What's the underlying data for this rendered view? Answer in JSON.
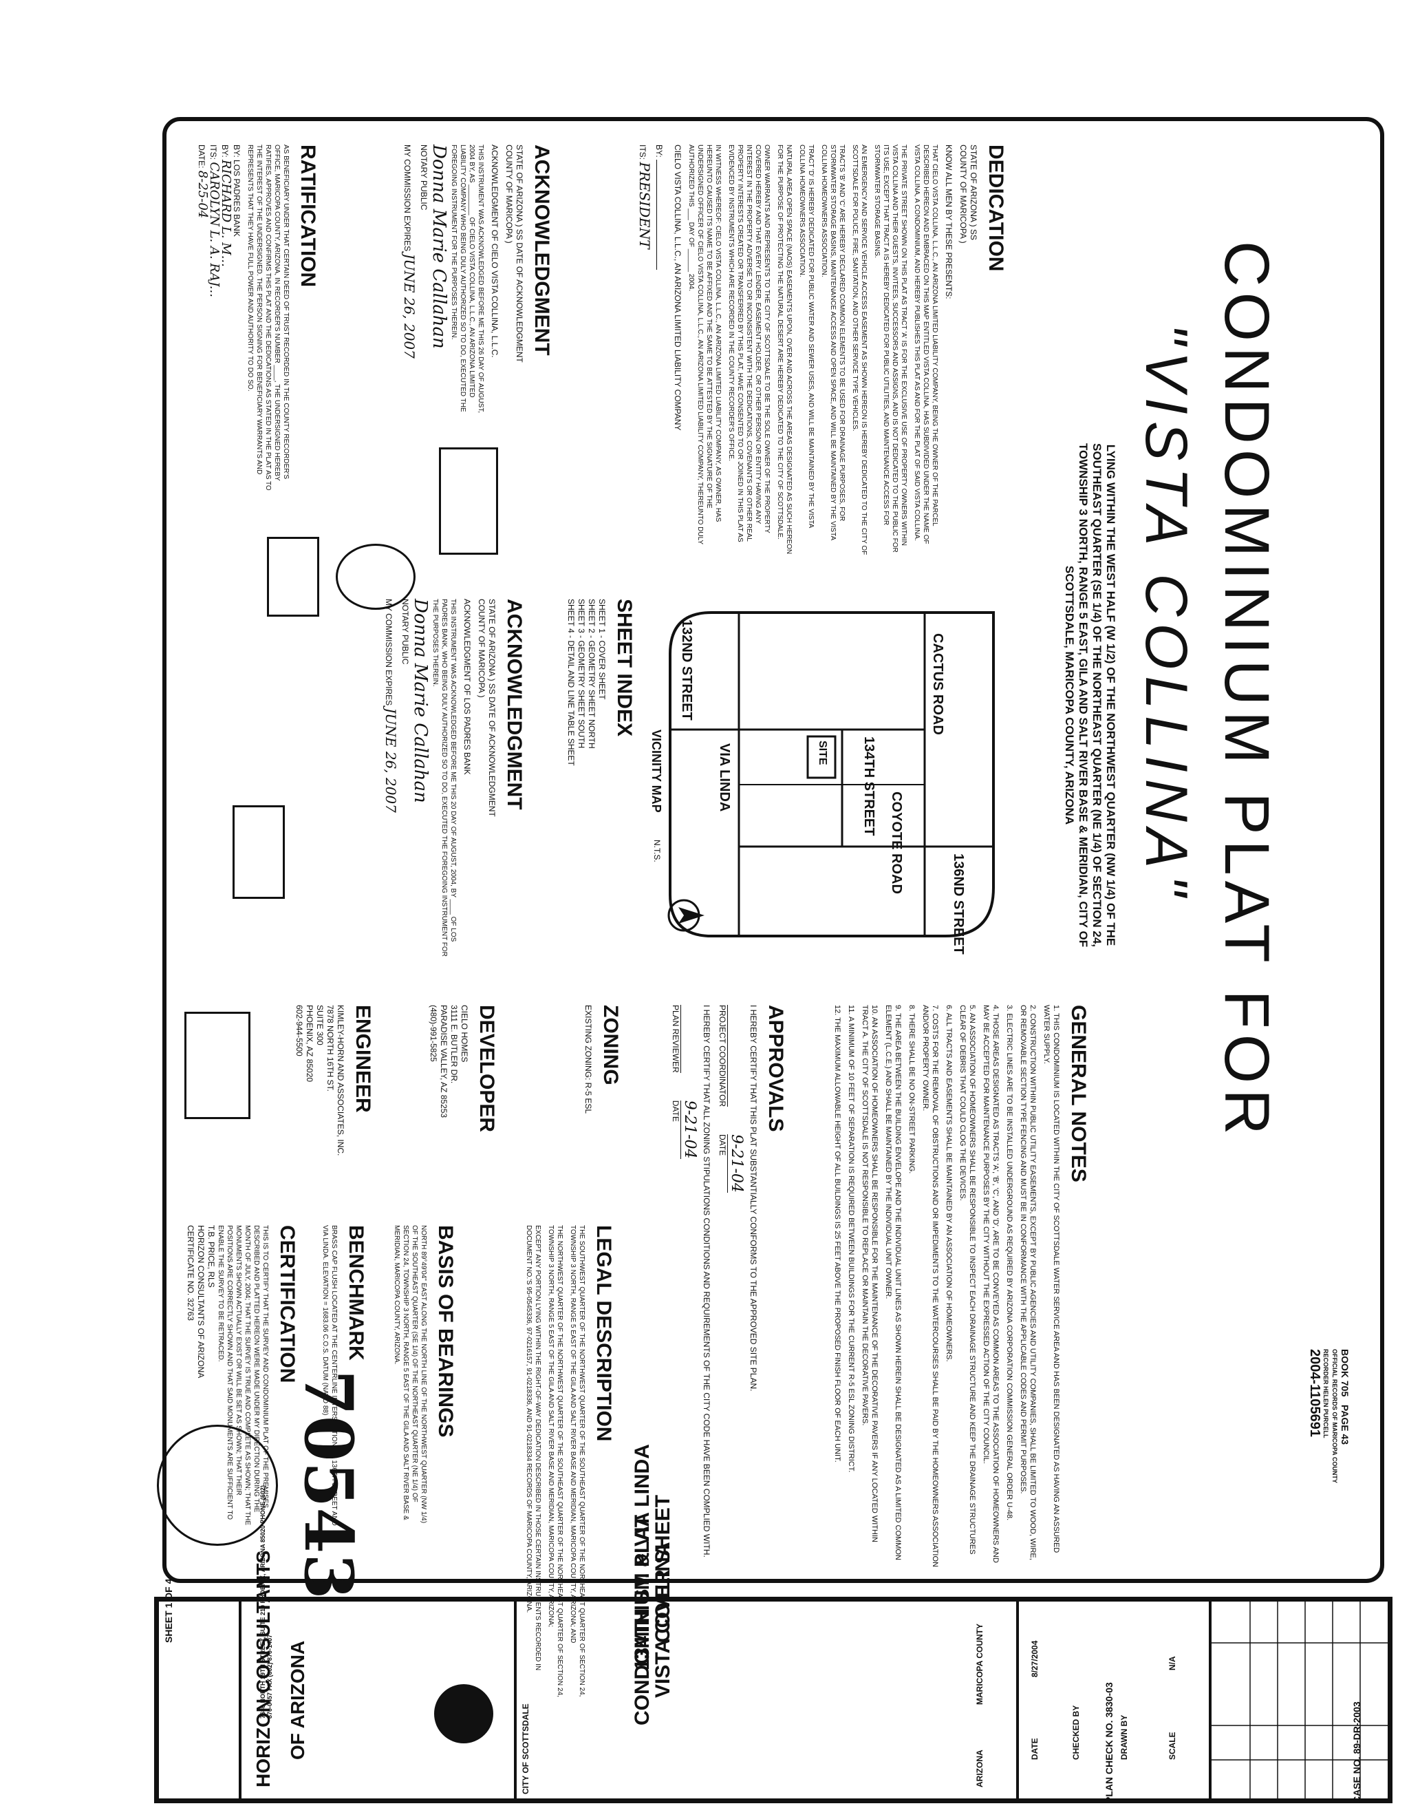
{
  "case_header": {
    "case_no": "CASE NO. 89-DR-2003",
    "plan_check": "PLAN CHECK NO. 3830-03"
  },
  "title": {
    "line1": "CONDOMINIUM PLAT FOR",
    "line2": "\"VISTA COLLINA\""
  },
  "lying_text": "LYING WITHIN THE WEST HALF (W 1/2) OF THE NORTHWEST QUARTER (NW 1/4) OF THE SOUTHEAST QUARTER (SE 1/4) OF THE NORTHEAST QUARTER (NE 1/4) OF SECTION 24, TOWNSHIP 3 NORTH, RANGE 5 EAST, GILA AND SALT RIVER BASE & MERIDIAN, CITY OF SCOTTSDALE, MARICOPA COUNTY, ARIZONA",
  "recording": {
    "book": "BOOK 705",
    "page": "PAGE 43",
    "official_records": "OFFICIAL RECORDS OF MARICOPA COUNTY RECORDER HELEN PURCELL",
    "doc_no": "2004-1105691",
    "handwritten_no": "70543"
  },
  "dedication": {
    "heading": "DEDICATION",
    "state": "STATE OF ARIZONA",
    "county": "COUNTY OF MARICOPA",
    "ss": "SS",
    "intro": "KNOW ALL MEN BY THESE PRESENTS:",
    "paragraphs": [
      "THAT CIELO VISTA COLLINA, L.L.C., AN ARIZONA LIMITED LIABILITY COMPANY, BEING THE OWNER OF THE PARCEL DESCRIBED HEREON AND EMBRACED ON THIS MAP ENTITLED VISTA COLLINA, HAS SUBDIVIDED UNDER THE NAME OF VISTA COLLINA, A CONDOMINIUM, AND HEREBY PUBLISHES THIS PLAT AS AND FOR THE PLAT OF SAID VISTA COLLINA.",
      "THE PRIVATE STREET SHOWN ON THIS PLAT AS TRACT 'A' IS FOR THE EXCLUSIVE USE OF PROPERTY OWNERS WITHIN VISTA COLLINA AND THEIR GUESTS, INVITEES, SUCCESSORS AND ASSIGNS, AND IS NOT DEDICATED TO THE PUBLIC FOR ITS USE, EXCEPT THAT TRACT A IS HEREBY DEDICATED FOR PUBLIC UTILITIES, AND MAINTENANCE ACCESS FOR STORMWATER STORAGE BASINS.",
      "AN EMERGENCY AND SERVICE VEHICLE ACCESS EASEMENT AS SHOWN HEREON IS HEREBY DEDICATED TO THE CITY OF SCOTTSDALE FOR POLICE, FIRE, SANITATION, AND OTHER SERVICE TYPE VEHICLES.",
      "TRACTS 'B' AND 'C' ARE HEREBY DECLARED COMMON ELEMENTS TO BE USED FOR DRAINAGE PURPOSES, FOR STORMWATER STORAGE BASINS, MAINTENANCE ACCESS AND OPEN SPACE, AND WILL BE MAINTAINED BY THE VISTA COLLINA HOMEOWNERS ASSOCIATION.",
      "TRACT 'D' IS HEREBY DEDICATED FOR PUBLIC WATER AND SEWER USES, AND WILL BE MAINTAINED BY THE VISTA COLLINA HOMEOWNERS ASSOCIATION.",
      "NATURAL AREA OPEN SPACE (NAOS) EASEMENTS UPON, OVER AND ACROSS THE AREAS DESIGNATED AS SUCH HEREON FOR THE PURPOSE OF PROTECTING THE NATURAL DESERT ARE HEREBY DEDICATED TO THE CITY OF SCOTTSDALE.",
      "OWNER WARRANTS AND REPRESENTS TO THE CITY OF SCOTTSDALE TO BE THE SOLE OWNER OF THE PROPERTY COVERED HEREBY AND THAT EVERY LENDER, EASEMENT HOLDER, OR OTHER PERSON OR ENTITY HAVING ANY INTEREST IN THE PROPERTY ADVERSE TO OR INCONSISTENT WITH THE DEDICATIONS, COVENANTS OR OTHER REAL PROPERTY INTERESTS CREATED OR TRANSFERRED BY THIS PLAT, HAVE CONSENTED TO OR JOINED IN THIS PLAT AS EVIDENCED BY INSTRUMENTS WHICH ARE RECORDED IN THE COUNTY RECORDER'S OFFICE.",
      "IN WITNESS WHEREOF: CIELO VISTA COLLINA, L.L.C., AN ARIZONA LIMITED LIABILITY COMPANY, AS OWNER, HAS HEREUNTO CAUSED ITS NAME TO BE AFFIXED AND THE SAME TO BE ATTESTED BY THE SIGNATURE OF THE UNDERSIGNED OFFICER OF CIELO VISTA COLLINA, L.L.C., AN ARIZONA LIMITED LIABILITY COMPANY, THEREUNTO DULY AUTHORIZED THIS ___ DAY OF ______ 2004."
    ],
    "company": "CIELO VISTA COLLINA, L.L.C., AN ARIZONA LIMITED LIABILITY COMPANY",
    "by_label": "BY:",
    "its_label": "ITS:",
    "its_value": "President"
  },
  "ack_left": {
    "heading": "ACKNOWLEDGMENT",
    "state": "STATE OF ARIZONA",
    "county": "COUNTY OF MARICOPA",
    "ss": "SS DATE OF ACKNOWLEDGMENT",
    "ack_of": "ACKNOWLEDGMENT OF CIELO VISTA COLLINA, L.L.C.",
    "body": "THIS INSTRUMENT WAS ACKNOWLEDGED BEFORE ME THIS 26 DAY OF AUGUST, 2004 BY, AS ________ OF CIELO VISTA COLLINA, L.L.C., AN ARIZONA LIMITED LIABILITY COMPANY WHO BEING DULY AUTHORIZED SO TO DO, EXECUTED THE FOREGOING INSTRUMENT FOR THE PURPOSES THEREIN.",
    "notary": "NOTARY PUBLIC",
    "commission": "MY COMMISSION EXPIRES",
    "commission_sig": "June 26, 2007",
    "notary_sig": "Donna Marie Callahan"
  },
  "ratification": {
    "heading": "RATIFICATION",
    "body": "AS BENEFICIARY UNDER THAT CERTAIN DEED OF TRUST RECORDED IN THE COUNTY RECORDER'S OFFICE, MARICOPA COUNTY, ARIZONA, IN RECORDER'S NUMBER ____, THE UNDERSIGNED HEREBY RATIFIES, APPROVES AND CONFIRMS THIS PLAT AND THE DEDICATIONS AS STATED IN THE PLAT AS TO THE INTEREST OF THE UNDERSIGNED. THE PERSON SIGNING FOR BENEFICIARY WARRANTS AND REPRESENTS THAT THEY HAVE FULL POWER AND AUTHORITY TO DO SO.",
    "by1": "BY: LOS PADRES BANK",
    "by2": "BY:",
    "its": "ITS:",
    "date": "DATE:",
    "sig1": "Richard L. M...",
    "sig2": "Carolyn L. A. Raj...",
    "date_val": "8-25-04"
  },
  "sheet_index": {
    "heading": "SHEET INDEX",
    "items": [
      "SHEET 1 - COVER SHEET",
      "SHEET 2 - GEOMETRY SHEET NORTH",
      "SHEET 3 - GEOMETRY SHEET SOUTH",
      "SHEET 4 - DETAIL AND LINE TABLE SHEET"
    ]
  },
  "ack_right": {
    "heading": "ACKNOWLEDGMENT",
    "state": "STATE OF ARIZONA",
    "county": "COUNTY OF MARICOPA",
    "ss": "SS DATE OF ACKNOWLEDGMENT",
    "ack_of": "ACKNOWLEDGMENT OF LOS PADRES BANK",
    "body": "THIS INSTRUMENT WAS ACKNOWLEDGED BEFORE ME THIS 20 DAY OF AUGUST, 2004, BY ____ OF LOS PADRES BANK, WHO BEING DULY AUTHORIZED SO TO DO, EXECUTED THE FOREGOING INSTRUMENT FOR THE PURPOSES THEREIN.",
    "notary": "NOTARY PUBLIC",
    "commission": "MY COMMISSION EXPIRES",
    "commission_sig": "June 26, 2007",
    "notary_sig": "Donna Marie Callahan"
  },
  "vicinity": {
    "label": "VICINITY MAP",
    "nts": "N.T.S.",
    "roads": {
      "cactus": "CACTUS ROAD",
      "st134": "134TH STREET",
      "coyote": "COYOTE ROAD",
      "st136": "136ND STREET",
      "st132": "132ND STREET",
      "via_linda": "VIA LINDA",
      "site": "SITE"
    }
  },
  "zoning": {
    "heading": "ZONING",
    "text": "EXISTING ZONING: R-5 ESL"
  },
  "developer": {
    "heading": "DEVELOPER",
    "lines": [
      "CIELO HOMES",
      "3111 E. BUTLER DR.",
      "PARADISE VALLEY, AZ 85253",
      "(480)-991-5825"
    ]
  },
  "engineer": {
    "heading": "ENGINEER",
    "lines": [
      "KIMLEY-HORN AND ASSOCIATES, INC.",
      "7878 NORTH 16TH ST.",
      "SUITE 300",
      "PHOENIX, AZ 85020",
      "602-944-5500"
    ]
  },
  "general_notes": {
    "heading": "GENERAL NOTES",
    "notes": [
      "1. THIS CONDOMINIUM IS LOCATED WITHIN THE CITY OF SCOTTSDALE WATER SERVICE AREA AND HAS BEEN DESIGNATED AS HAVING AN ASSURED WATER SUPPLY.",
      "2. CONSTRUCTION WITHIN PUBLIC UTILITY EASEMENTS, EXCEPT BY PUBLIC AGENCIES AND UTILITY COMPANIES, SHALL BE LIMITED TO WOOD, WIRE, OR REMOVABLE SECTION TYPE FENCING AND MUST BE IN CONFORMANCE WITH THE APPLICABLE CODES AND PERMIT PURPOSES.",
      "3. ELECTRIC LINES ARE TO BE INSTALLED UNDERGROUND AS REQUIRED BY ARIZONA CORPORATION COMMISSION GENERAL ORDER U-48.",
      "4. THOSE AREAS DESIGNATED AS TRACTS 'A', 'B', 'C', AND 'D', ARE TO BE CONVEYED AS COMMON AREAS TO THE ASSOCIATION OF HOMEOWNERS AND MAY BE ACCEPTED FOR MAINTENANCE PURPOSES BY THE CITY WITHOUT THE EXPRESSED ACTION OF THE CITY COUNCIL.",
      "5. AN ASSOCIATION OF HOMEOWNERS SHALL BE RESPONSIBLE TO INSPECT EACH DRAINAGE STRUCTURE AND KEEP THE DRAINAGE STRUCTURES CLEAR OF DEBRIS THAT COULD CLOG THE DEVICES.",
      "6. ALL TRACTS AND EASEMENTS SHALL BE MAINTAINED BY AN ASSOCIATION OF HOMEOWNERS.",
      "7. COSTS FOR THE REMOVAL OF OBSTRUCTIONS AND OR IMPEDIMENTS TO THE WATERCOURSES SHALL BE PAID BY THE HOMEOWNERS ASSOCIATION AND/OR PROPERTY OWNER.",
      "8. THERE SHALL BE NO ON-STREET PARKING.",
      "9. THE AREA BETWEEN THE BUILDING ENVELOPE AND THE INDIVIDUAL UNIT LINES AS SHOWN HEREIN SHALL BE DESIGNATED AS A LIMITED COMMON ELEMENT (L.C.E.) AND SHALL BE MAINTAINED BY THE INDIVIDUAL UNIT OWNER.",
      "10. AN ASSOCIATION OF HOMEOWNERS SHALL BE RESPONSIBLE FOR THE MAINTENANCE OF THE DECORATIVE PAVERS IF ANY LOCATED WITHIN TRACT A. THE CITY OF SCOTTSDALE IS NOT RESPONSIBLE TO REPLACE OR MAINTAIN THE DECORATIVE PAVERS.",
      "11. A MINIMUM OF 10 FEET OF SEPARATION IS REQUIRED BETWEEN BUILDINGS FOR THE CURRENT R-5 ESL ZONING DISTRICT.",
      "12. THE MAXIMUM ALLOWABLE HEIGHT OF ALL BUILDINGS IS 25 FEET ABOVE THE PROPOSED FINISH FLOOR OF EACH UNIT."
    ]
  },
  "approvals": {
    "heading": "APPROVALS",
    "text1": "I HEREBY CERTIFY THAT THIS PLAT SUBSTANTIALLY CONFORMS TO THE APPROVED SITE PLAN.",
    "role1": "PROJECT COORDINATOR",
    "date1_label": "DATE",
    "date1": "9-21-04",
    "text2": "I HEREBY CERTIFY THAT ALL ZONING STIPULATIONS CONDITIONS AND REQUIREMENTS OF THE CITY CODE HAVE BEEN COMPLIED WITH.",
    "role2": "PLAN REVIEWER",
    "date2_label": "DATE",
    "date2": "9-21-04"
  },
  "legal": {
    "heading": "LEGAL DESCRIPTION",
    "p1": "THE SOUTHWEST QUARTER OF THE NORTHWEST QUARTER OF THE SOUTHEAST QUARTER OF THE NORTHEAST QUARTER OF SECTION 24, TOWNSHIP 3 NORTH, RANGE 5 EAST OF THE GILA AND SALT RIVER BASE AND MERIDIAN, MARICOPA COUNTY, ARIZONA; AND",
    "p2": "THE NORTHWEST QUARTER OF THE NORTHWEST QUARTER OF THE SOUTHEAST QUARTER OF THE NORTHEAST QUARTER OF SECTION 24, TOWNSHIP 3 NORTH, RANGE 5 EAST OF THE GILA AND SALT RIVER BASE AND MERIDIAN, MARICOPA COUNTY, ARIZONA;",
    "p3": "EXCEPT ANY PORTION LYING WITHIN THE RIGHT-OF-WAY DEDICATION DESCRIBED IN THOSE CERTAIN INSTRUMENTS RECORDED IN DOCUMENT NO.'S 95-0545336, 97-0216157, 91-0218336, AND 91-0218334 RECORDS OF MARICOPA COUNTY, ARIZONA."
  },
  "bearings": {
    "heading": "BASIS OF BEARINGS",
    "text": "NORTH 89°49'04\" EAST ALONG THE NORTH LINE OF THE NORTHWEST QUARTER (NW 1/4) OF THE SOUTHEAST QUARTER (SE 1/4) OF THE NORTHEAST QUARTER (NE 1/4) OF SECTION 24, TOWNSHIP 3 NORTH, RANGE 5 EAST OF THE GILA AND SALT RIVER BASE & MERIDIAN, MARICOPA COUNTY, ARIZONA."
  },
  "benchmark": {
    "heading": "BENCHMARK",
    "text": "BRASS CAP FLUSH LOCATED AT THE CENTERLINE INTERSECTION OF 136TH STREET AND VIA LINDA. ELEVATION = 1683.06 C.O.S. DATUM (NAVD 88)"
  },
  "certification": {
    "heading": "CERTIFICATION",
    "text": "THIS IS TO CERTIFY THAT THE SURVEY AND CONDOMINIUM PLAT OF THE PREMISES DESCRIBED AND PLATTED HEREON WERE MADE UNDER MY DIRECTION DURING THE MONTH OF JULY, 2004; THAT THE SURVEY IS TRUE AND COMPLETE AS SHOWN; THAT THE MONUMENTS SHOWN ACTUALLY EXIST OR WILL BE SET AS SHOWN; THAT THEIR POSITIONS ARE CORRECTLY SHOWN AND THAT SAID MONUMENTS ARE SUFFICIENT TO ENABLE THE SURVEY TO BE RETRACED.",
    "name": "T.B. PRICE, RLS",
    "firm": "HORIZON CONSULTANTS OF ARIZONA",
    "cert": "CERTIFICATE NO. 32763"
  },
  "title_block": {
    "firm1": "HORIZON CONSULTANTS",
    "firm2": "OF ARIZONA",
    "firm_addr": "7680 NORTH 19TH STREET, SUITE 210 PHOENIX, ARIZONA 85020 PHONE (602) 870-0457 FAX (602) 870-1407",
    "proj_title1": "CONDOMINIUM PLAT",
    "proj_title2": "VISTA COLLINA",
    "proj_title3": "134TH ST. & VIA LINDA",
    "proj_title4": "COVER SHEET",
    "county": "MARICOPA COUNTY",
    "city": "CITY OF SCOTTSDALE",
    "arizona": "ARIZONA",
    "sheet": "SHEET 1 OF 4",
    "scale_label": "SCALE",
    "scale_val": "N/A",
    "drawn_label": "DRAWN BY",
    "checked_label": "CHECKED BY",
    "date_label": "DATE",
    "dates": "8/27/2004"
  }
}
